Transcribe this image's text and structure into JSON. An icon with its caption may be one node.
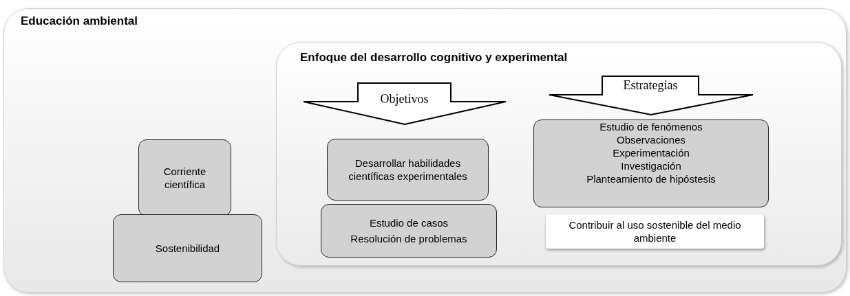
{
  "diagram": {
    "nodes": [
      {
        "text": [
          "Educación ambiental"
        ]
      },
      {
        "text": [
          "Corriente científica"
        ],
        "in": 0
      },
      {
        "text": [
          "Sostenibilidad"
        ],
        "in": 0
      },
      {
        "text": [
          "Enfoque del desarrollo cognitivo y experimental"
        ],
        "in": 0
      },
      {
        "text": [
          "Objetivos"
        ],
        "in": 3
      },
      {
        "text": [
          "Estrategias"
        ],
        "in": 3
      },
      {
        "text": [
          "Estudio de fenómenos",
          "Observaciones",
          "Experimentación",
          "Investigación",
          "Planteamiento de hipóstesis"
        ],
        "in": 3
      },
      {
        "text": [
          "Desarrollar habilidades científicas experimentales"
        ],
        "in": 3
      },
      {
        "text": [
          "Estudio de casos",
          "Resolución de problemas"
        ],
        "in": 3
      },
      {
        "text": [
          "Contribuir al uso sostenible del medio ambiente"
        ],
        "in": 3
      }
    ]
  }
}
